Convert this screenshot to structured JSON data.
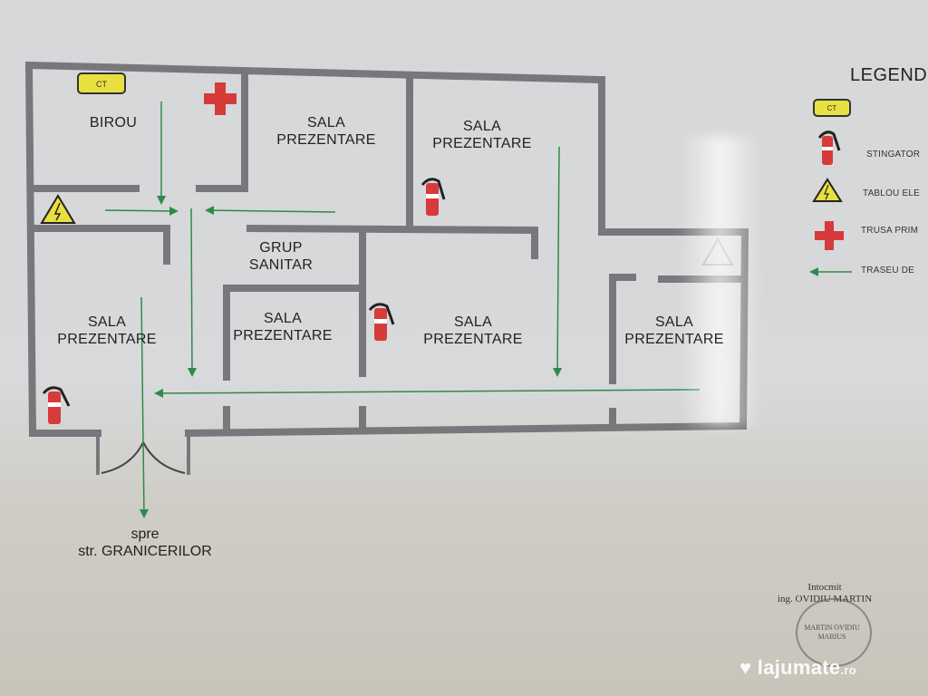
{
  "rooms": [
    {
      "id": "birou",
      "label": "BIROU"
    },
    {
      "id": "sala1",
      "label": "SALA\nPREZENTARE"
    },
    {
      "id": "sala2",
      "label": "SALA\nPREZENTARE"
    },
    {
      "id": "grup",
      "label": "GRUP\nSANITAR"
    },
    {
      "id": "sala3",
      "label": "SALA\nPREZENTARE"
    },
    {
      "id": "sala4",
      "label": "SALA\nPREZENTARE"
    },
    {
      "id": "sala5",
      "label": "SALA\nPREZENTARE"
    },
    {
      "id": "sala6",
      "label": "SALA\nPREZENTARE"
    }
  ],
  "badges": {
    "ct": "CT"
  },
  "exit": {
    "line1": "spre",
    "line2": "str. GRANICERILOR"
  },
  "legend": {
    "title": "LEGEND",
    "items": [
      {
        "icon": "ct-badge-icon",
        "label": "CT"
      },
      {
        "icon": "fire-extinguisher-icon",
        "label": "STINGATOR"
      },
      {
        "icon": "electrical-panel-icon",
        "label": "TABLOU ELE"
      },
      {
        "icon": "first-aid-icon",
        "label": "TRUSA PRIM"
      },
      {
        "icon": "evacuation-arrow-icon",
        "label": "TRASEU DE"
      }
    ]
  },
  "approval": {
    "line1": "Intocmit",
    "line2": "ing. OVIDIU MARTIN",
    "stamp": "MARTIN OVIDIU\nMARIUS"
  },
  "watermark": {
    "name": "lajumate",
    "tld": ".ro"
  },
  "colors": {
    "wall": "#77787b",
    "arrow": "#2f8a4a",
    "red": "#d63a3a",
    "yellow": "#e8e040"
  }
}
